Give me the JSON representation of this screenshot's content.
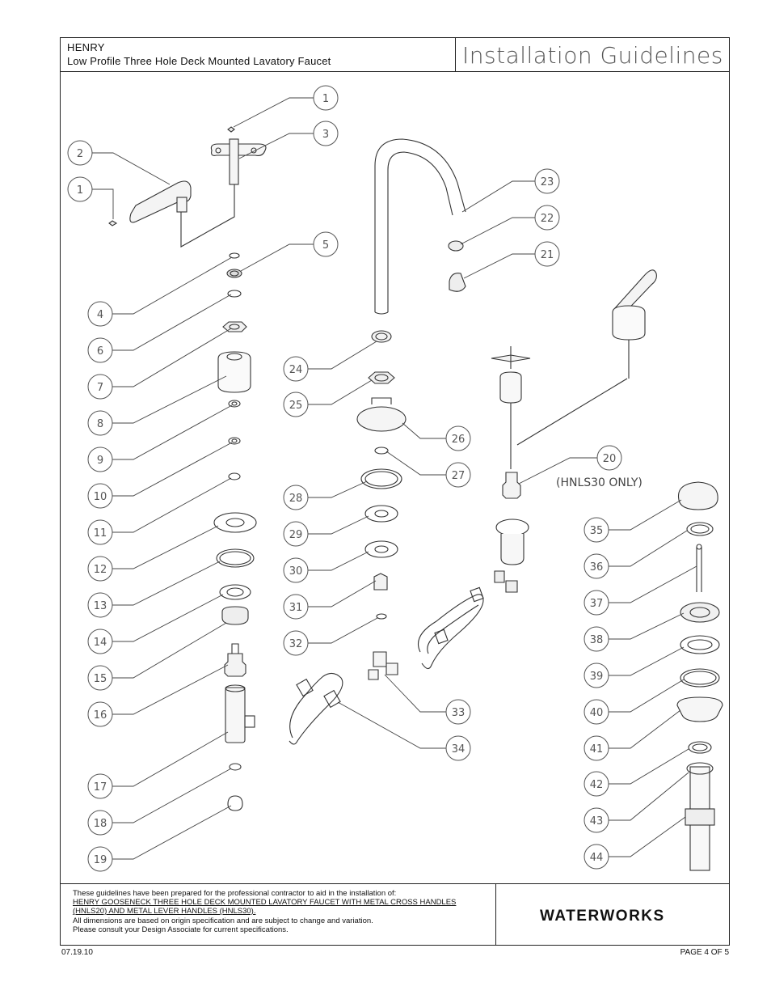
{
  "header": {
    "model": "HENRY",
    "subtitle": "Low Profile Three Hole Deck Mounted Lavatory Faucet",
    "doc_title": "Installation Guidelines"
  },
  "callouts": [
    "1",
    "1",
    "2",
    "3",
    "4",
    "5",
    "6",
    "7",
    "8",
    "9",
    "10",
    "11",
    "12",
    "13",
    "14",
    "15",
    "16",
    "17",
    "18",
    "19",
    "20",
    "21",
    "22",
    "23",
    "24",
    "25",
    "26",
    "27",
    "28",
    "29",
    "30",
    "31",
    "32",
    "33",
    "34",
    "35",
    "36",
    "37",
    "38",
    "39",
    "40",
    "41",
    "42",
    "43",
    "44"
  ],
  "callout_note": "(HNLS30 ONLY)",
  "footer": {
    "line1": "These guidelines have been prepared for the professional contractor to aid in the installation of:",
    "line2": "HENRY GOOSENECK THREE HOLE DECK MOUNTED LAVATORY FAUCET WITH METAL CROSS HANDLES",
    "line3": "(HNLS20) AND METAL LEVER HANDLES (HNLS30).",
    "line4": "All dimensions are based on origin specification and are subject to change and variation.",
    "line5": "Please consult your Design Associate for current specifications.",
    "brand": "WATERWORKS",
    "date": "07.19.10",
    "page": "PAGE 4 OF 5"
  }
}
